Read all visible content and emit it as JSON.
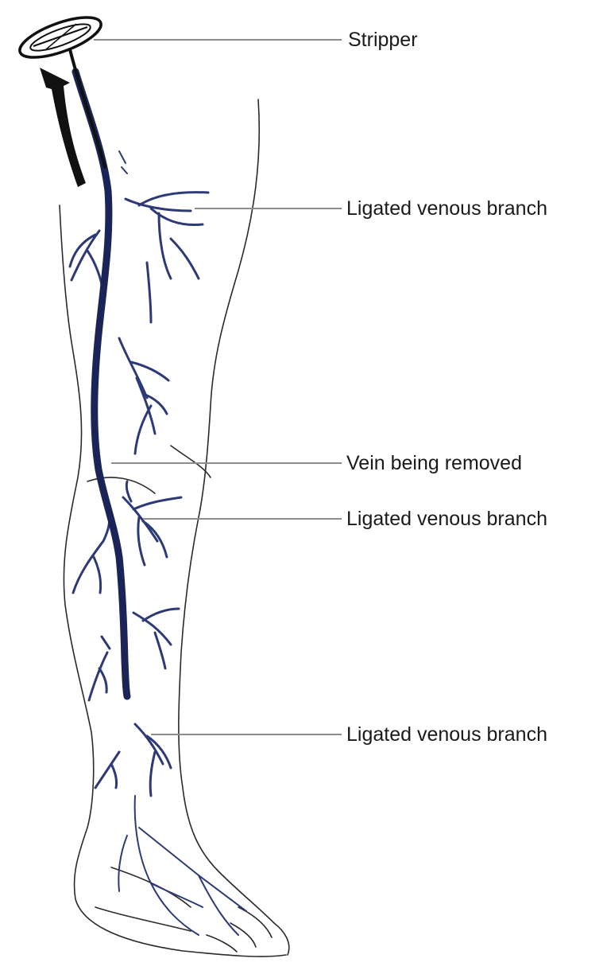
{
  "labels": {
    "stripper": "Stripper",
    "ligated_1": "Ligated venous branch",
    "vein_removed": "Vein being removed",
    "ligated_2": "Ligated venous branch",
    "ligated_3": "Ligated venous branch"
  },
  "colors": {
    "vein": "#1b2456",
    "branch": "#2d3a78",
    "arrow": "#111111",
    "outline": "#2a2a2a",
    "leader": "#8c8c8c"
  }
}
